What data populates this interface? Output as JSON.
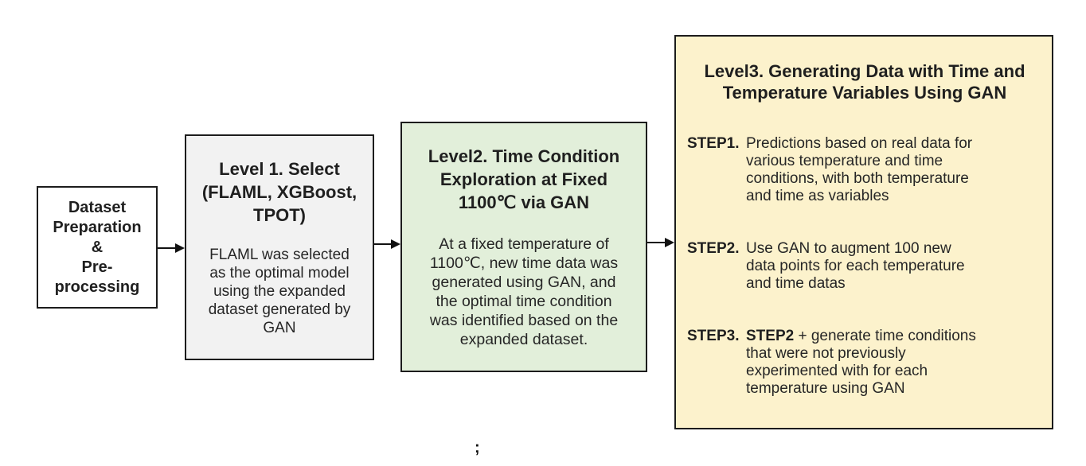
{
  "diagram": {
    "boxes": {
      "dataset": {
        "title": "Dataset\nPreparation\n&\nPre-\nprocessing"
      },
      "level1": {
        "title": "Level 1. Select\n(FLAML, XGBoost,\nTPOT)",
        "body": "FLAML was selected\nas the optimal model\nusing the expanded\ndataset generated by\nGAN"
      },
      "level2": {
        "title": "Level2. Time Condition\nExploration at Fixed\n1100℃ via GAN",
        "body": "At a fixed temperature of\n1100℃, new time data was\ngenerated using GAN, and\nthe optimal time condition\nwas identified based on the\nexpanded dataset."
      },
      "level3": {
        "title": "Level3. Generating Data with Time and\nTemperature Variables Using GAN",
        "steps": [
          {
            "label": "STEP1.",
            "text": "Predictions based on real data for\nvarious temperature and time\nconditions, with both temperature\nand time as variables"
          },
          {
            "label": "STEP2.",
            "text": "Use GAN to augment 100 new\ndata points for each temperature\nand time datas"
          },
          {
            "label": "STEP3.",
            "bold_prefix": "STEP2",
            "text": " + generate time conditions\nthat were not previously\nexperimented with for each\ntemperature using GAN"
          }
        ]
      }
    },
    "stray_text": ";"
  },
  "colors": {
    "background": "#ffffff",
    "box_dataset_fill": "#ffffff",
    "box_level1_fill": "#f2f2f2",
    "box_level2_fill": "#e2efda",
    "box_level3_fill": "#fcf2cc",
    "border": "#1c1c1c",
    "text": "#1f1f1f"
  }
}
